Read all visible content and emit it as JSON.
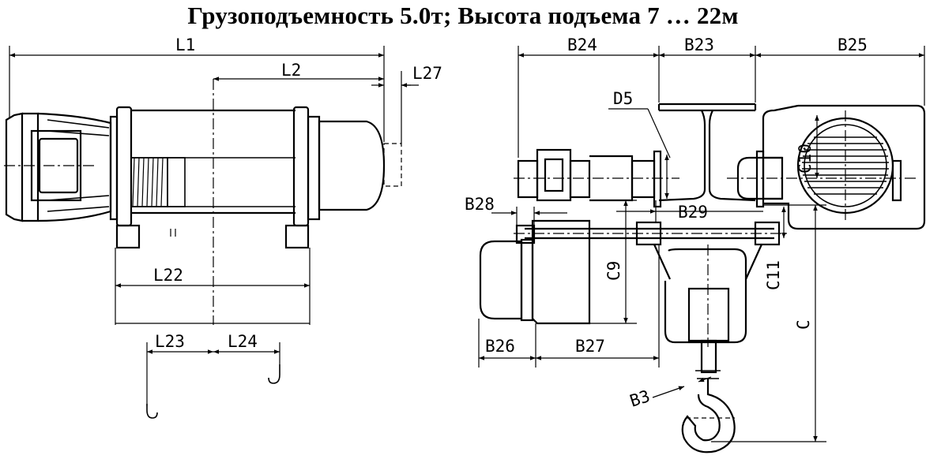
{
  "title": "Грузоподъемность  5.0т;  Высота подъема  7 … 22м",
  "left_view": {
    "labels": {
      "L1": "L1",
      "L2": "L2",
      "L27": "L27",
      "L22": "L22",
      "L23": "L23",
      "L24": "L24"
    }
  },
  "right_view": {
    "labels": {
      "B24": "B24",
      "B23": "B23",
      "B25": "B25",
      "D5": "D5",
      "C10": "C10",
      "B28": "B28",
      "B29": "B29",
      "C9": "C9",
      "C11": "C11",
      "C": "C",
      "B26": "B26",
      "B27": "B27",
      "B3": "B3"
    }
  },
  "colors": {
    "line": "#000000",
    "background": "#ffffff"
  }
}
